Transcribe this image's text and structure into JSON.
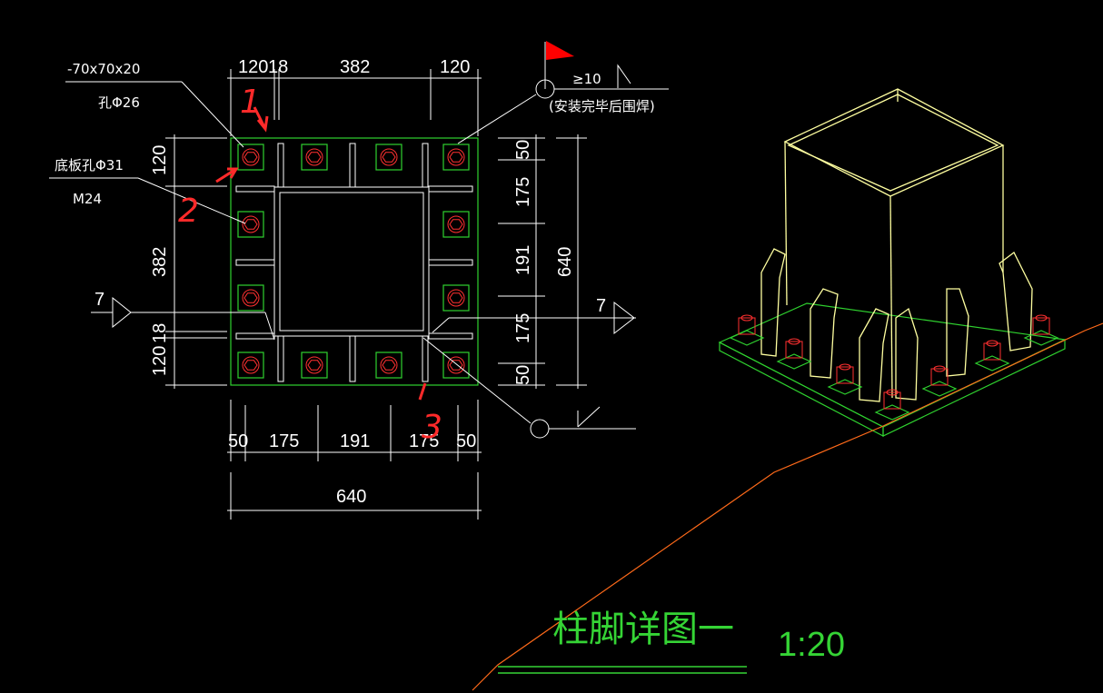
{
  "drawing": {
    "title": "柱脚详图一",
    "scale": "1:20"
  },
  "plan": {
    "top_dims": [
      "120",
      "18",
      "382",
      "120"
    ],
    "bottom_dims": [
      "50",
      "175",
      "191",
      "175",
      "50"
    ],
    "bottom_total": "640",
    "left_dims": [
      "120",
      "382",
      "18",
      "120"
    ],
    "right_dims": [
      "50",
      "175",
      "191",
      "175",
      "50"
    ],
    "right_total": "640",
    "section_label_left": "7",
    "section_label_right": "7"
  },
  "annotations": {
    "washer_spec": "-70x70x20",
    "washer_hole": "孔Φ26",
    "base_hole": "底板孔Φ31",
    "bolt": "M24",
    "weld_size": "≥10",
    "weld_note": "(安装完毕后围焊)"
  },
  "markers": [
    "1",
    "2",
    "3"
  ],
  "colors": {
    "background": "#000000",
    "plate": "#2fd12f",
    "bolt": "#ff3030",
    "column": "#ffffa0",
    "lines": "#ffffff",
    "flag": "#ff0000",
    "slope": "#ff6a1a"
  }
}
